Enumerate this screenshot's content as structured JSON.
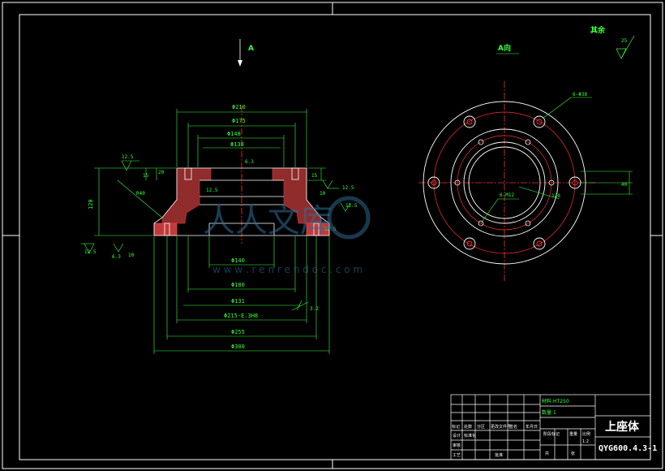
{
  "view_label_a": "A",
  "view_label_a_dir": "A向",
  "other_finish": "其余",
  "other_finish_value": "25",
  "front_view": {
    "dims_top": [
      "Φ210",
      "Φ175",
      "Φ148",
      "Φ138"
    ],
    "dims_bottom": [
      "Φ140",
      "Φ180",
      "Φ131",
      "Φ215-E.3H8",
      "Φ255",
      "Φ300"
    ],
    "dim_height": "120",
    "dim_15": "15",
    "dim_20": "20",
    "dim_r40": "R40",
    "dim_12_5a": "12.5",
    "dim_12_5b": "12.5",
    "dim_6_3a": "6.3",
    "dim_10": "10",
    "dim_12_5c": "12.5",
    "dim_3_2": "3.2",
    "roughness_left": "12.5",
    "roughness_6_3": "6.3",
    "roughness_12_5r": "12.5",
    "roughness_12_5r2": "12.5"
  },
  "top_view": {
    "holes_label": "6-Φ38",
    "thread_label": "6-M12",
    "dim_40": "40",
    "dim_120": "120"
  },
  "title_block": {
    "material": "材料:HT250",
    "quantity": "数量:1",
    "part_name": "上座体",
    "drawing_code": "QYG600.4.3-1",
    "scale": "1:2",
    "headers": [
      "标记",
      "处数",
      "分区",
      "更改文件号",
      "签名",
      "年月日"
    ],
    "row2": [
      "设计",
      "标准化"
    ],
    "row3": [
      "审核"
    ],
    "row4": [
      "工艺",
      "批准"
    ],
    "stage": "阶段标记",
    "weight": "重量",
    "scale_label": "比例",
    "sheet_a": "共",
    "sheet_b": "张"
  },
  "watermark": {
    "text": "人人文库",
    "url": "w w w . r e n r e n d o c . c o m"
  }
}
